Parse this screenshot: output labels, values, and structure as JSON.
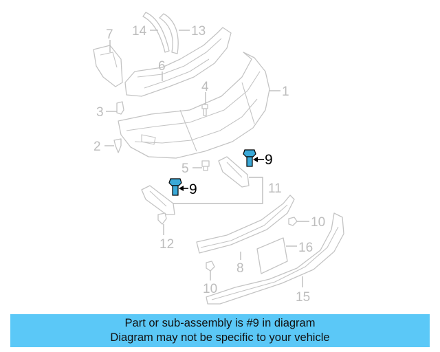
{
  "callouts": {
    "c1": "1",
    "c2": "2",
    "c3": "3",
    "c4": "4",
    "c5": "5",
    "c6": "6",
    "c7": "7",
    "c8": "8",
    "c9a": "9",
    "c9b": "9",
    "c10a": "10",
    "c10b": "10",
    "c11": "11",
    "c12": "12",
    "c13": "13",
    "c14": "14",
    "c15": "15",
    "c16": "16"
  },
  "highlighted_part": "9",
  "banner": {
    "line1": "Part or sub-assembly is #9 in diagram",
    "line2": "Diagram may not be specific to your vehicle",
    "background": "#5bc8f7"
  },
  "colors": {
    "part_outline": "#c4c4c4",
    "highlight_fill": "#3aa9d8",
    "highlight_text": "#000000"
  }
}
